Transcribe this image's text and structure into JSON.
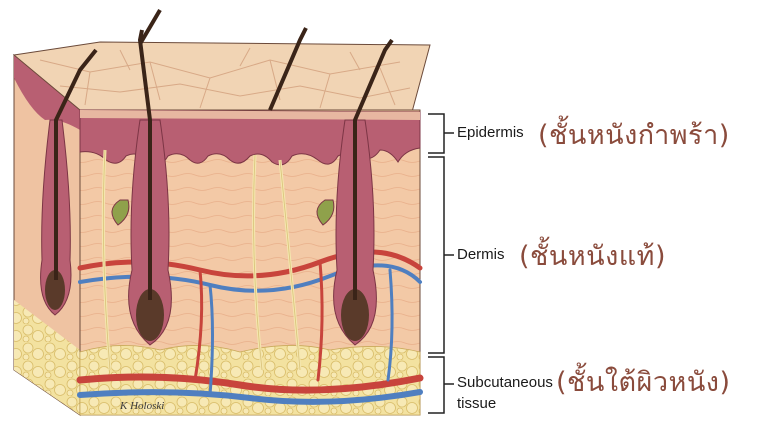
{
  "layers": [
    {
      "id": "epidermis",
      "label": "Epidermis",
      "thai": "(ชั้นหนังกำพร้า)"
    },
    {
      "id": "dermis",
      "label": "Dermis",
      "thai": "(ชั้นหนังแท้)"
    },
    {
      "id": "subcutaneous",
      "label": "Subcutaneous",
      "label_line2": "tissue",
      "thai": "(ชั้นใต้ผิวหนัง)"
    }
  ],
  "signature": "K Holoski",
  "colors": {
    "surface": "#f1d4b4",
    "epidermis": "#b85f72",
    "dermis": "#f2c7a4",
    "fat": "#f0dc93",
    "hair": "#4a2f22",
    "artery": "#c8443c",
    "vein": "#4f7fc0",
    "nerve": "#f4e6ae",
    "thai_text": "#8a4b3c"
  }
}
